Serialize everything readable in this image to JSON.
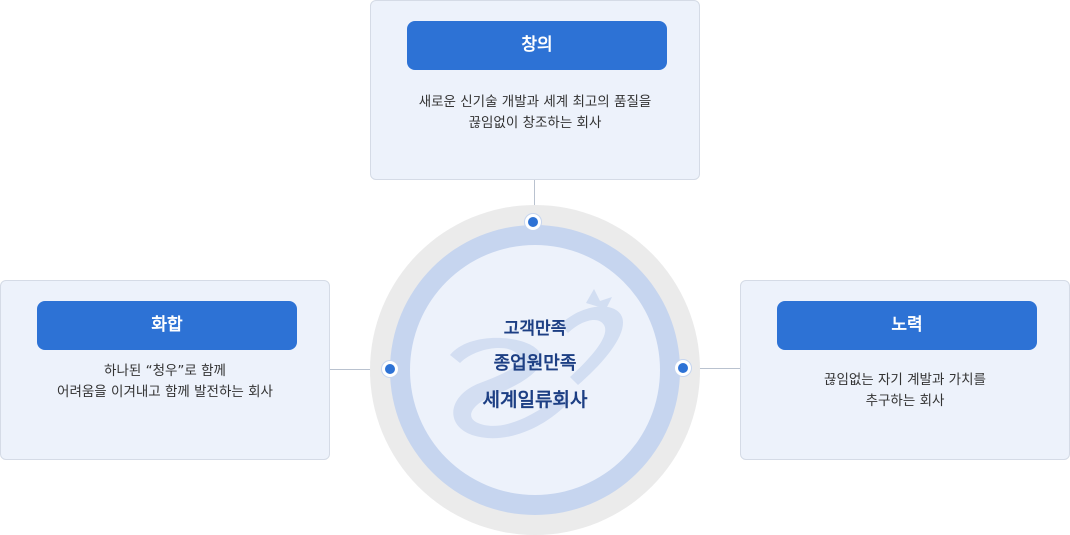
{
  "cards": {
    "top": {
      "title": "창의",
      "lines": [
        "새로운 신기술 개발과 세계 최고의 품질을",
        "끊임없이 창조하는 회사"
      ]
    },
    "left": {
      "title": "화합",
      "lines": [
        "하나된 “청우”로 함께",
        "어려움을 이겨내고 함께 발전하는 회사"
      ]
    },
    "right": {
      "title": "노력",
      "lines": [
        "끊임없는 자기 계발과 가치를",
        "추구하는 회사"
      ]
    }
  },
  "center": {
    "lines": [
      "고객만족",
      "종업원만족",
      "세계일류회사"
    ]
  },
  "colors": {
    "accent": "#2d72d5",
    "card_bg": "#edf2fb",
    "ring_outer": "#ebebeb",
    "ring_mid": "#c6d5ef",
    "center_text": "#1d3f84"
  },
  "icons": {
    "watermark": "company-logo-watermark"
  }
}
